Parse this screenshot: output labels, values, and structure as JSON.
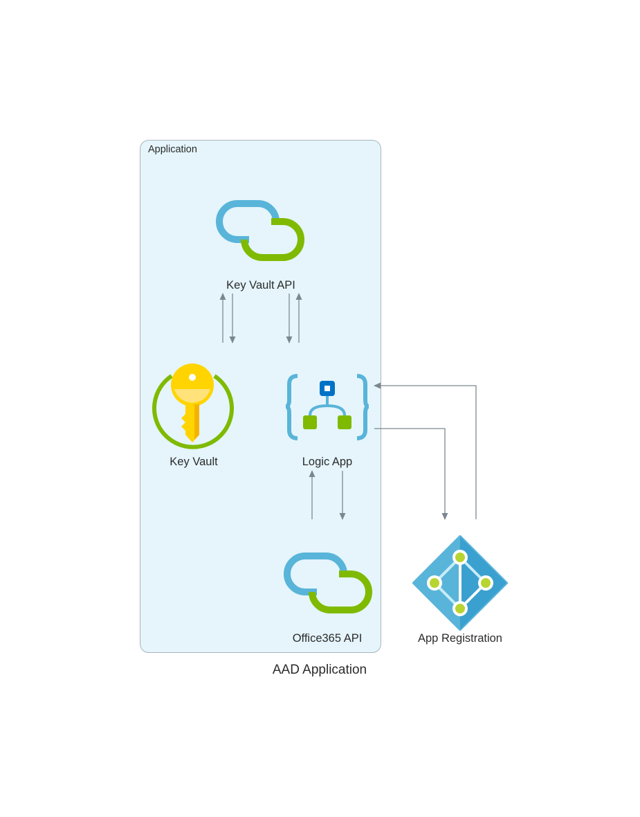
{
  "diagram": {
    "title": "AAD Application",
    "cluster": {
      "label": "Application"
    },
    "nodes": {
      "key_vault_api": {
        "label": "Key Vault API",
        "icon": "api-link-icon"
      },
      "key_vault": {
        "label": "Key Vault",
        "icon": "key-vault-icon"
      },
      "logic_app": {
        "label": "Logic App",
        "icon": "logic-app-icon"
      },
      "office365_api": {
        "label": "Office365 API",
        "icon": "api-link-icon"
      },
      "app_registration": {
        "label": "App Registration",
        "icon": "app-registration-icon"
      }
    },
    "edges": [
      {
        "from": "key_vault",
        "to": "key_vault_api"
      },
      {
        "from": "key_vault_api",
        "to": "key_vault"
      },
      {
        "from": "key_vault_api",
        "to": "logic_app"
      },
      {
        "from": "logic_app",
        "to": "key_vault_api"
      },
      {
        "from": "office365_api",
        "to": "logic_app"
      },
      {
        "from": "logic_app",
        "to": "office365_api"
      },
      {
        "from": "logic_app",
        "to": "app_registration"
      },
      {
        "from": "app_registration",
        "to": "logic_app"
      }
    ],
    "colors": {
      "cluster_fill": "#e5f5fb",
      "cluster_border": "#aab4bb",
      "edge": "#7b8790",
      "link_blue": "#59b4d9",
      "link_green": "#7fba00",
      "key_yellow": "#ffd400",
      "logic_blue": "#0072c6"
    }
  }
}
